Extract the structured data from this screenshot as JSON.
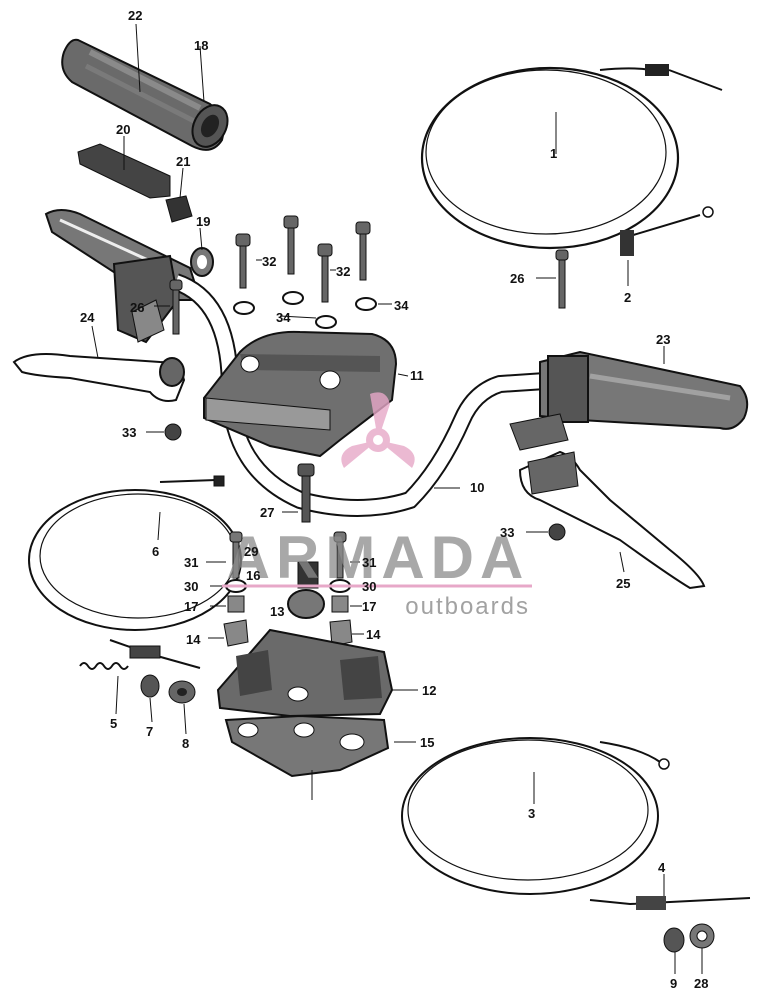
{
  "watermark": {
    "brand": "ARMADA",
    "tagline": "outboards",
    "color": "#e7a8c8",
    "icon": "propeller-icon"
  },
  "labels": [
    {
      "id": "l22a",
      "text": "22"
    },
    {
      "id": "l18",
      "text": "18"
    },
    {
      "id": "l20",
      "text": "20"
    },
    {
      "id": "l21",
      "text": "21"
    },
    {
      "id": "l19",
      "text": "19"
    },
    {
      "id": "l32a",
      "text": "32"
    },
    {
      "id": "l32b",
      "text": "32"
    },
    {
      "id": "l34a",
      "text": "34"
    },
    {
      "id": "l34b",
      "text": "34"
    },
    {
      "id": "l26a",
      "text": "26"
    },
    {
      "id": "l24",
      "text": "24"
    },
    {
      "id": "l11",
      "text": "11"
    },
    {
      "id": "l33a",
      "text": "33"
    },
    {
      "id": "l1",
      "text": "1"
    },
    {
      "id": "l26b",
      "text": "26"
    },
    {
      "id": "l2",
      "text": "2"
    },
    {
      "id": "l23",
      "text": "23"
    },
    {
      "id": "l10",
      "text": "10"
    },
    {
      "id": "l6",
      "text": "6"
    },
    {
      "id": "l27",
      "text": "27"
    },
    {
      "id": "l33b",
      "text": "33"
    },
    {
      "id": "l25",
      "text": "25"
    },
    {
      "id": "l31a",
      "text": "31"
    },
    {
      "id": "l29",
      "text": "29"
    },
    {
      "id": "l31b",
      "text": "31"
    },
    {
      "id": "l30a",
      "text": "30"
    },
    {
      "id": "l16",
      "text": "16"
    },
    {
      "id": "l30b",
      "text": "30"
    },
    {
      "id": "l17a",
      "text": "17"
    },
    {
      "id": "l13",
      "text": "13"
    },
    {
      "id": "l17b",
      "text": "17"
    },
    {
      "id": "l14a",
      "text": "14"
    },
    {
      "id": "l14b",
      "text": "14"
    },
    {
      "id": "l12",
      "text": "12"
    },
    {
      "id": "l5",
      "text": "5"
    },
    {
      "id": "l7",
      "text": "7"
    },
    {
      "id": "l8",
      "text": "8"
    },
    {
      "id": "l15",
      "text": "15"
    },
    {
      "id": "l3",
      "text": "3"
    },
    {
      "id": "l4",
      "text": "4"
    },
    {
      "id": "l9",
      "text": "9"
    },
    {
      "id": "l28",
      "text": "28"
    }
  ]
}
